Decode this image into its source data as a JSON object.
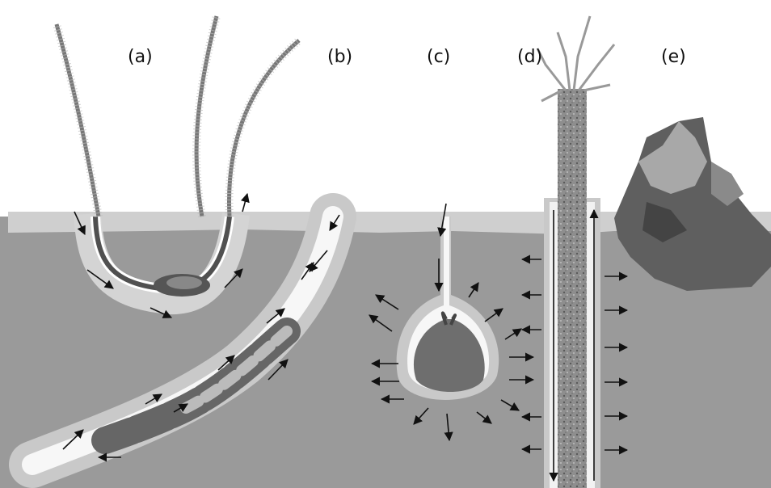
{
  "labels": {
    "a": "(a)",
    "b": "(b)",
    "c": "(c)",
    "d": "(d)",
    "e": "(e)"
  },
  "colors": {
    "sediment": "#9a9a9a",
    "oxic_halo": "#cfcfcf",
    "burrow_water": "#f7f7f7",
    "tube_wall": "#555555",
    "arrow": "#111111",
    "sky": "#ffffff"
  },
  "icons": [
    "worm-tube-icon",
    "burrowing-shrimp-icon",
    "bulb-icon",
    "root-column-icon",
    "rock-icon"
  ]
}
